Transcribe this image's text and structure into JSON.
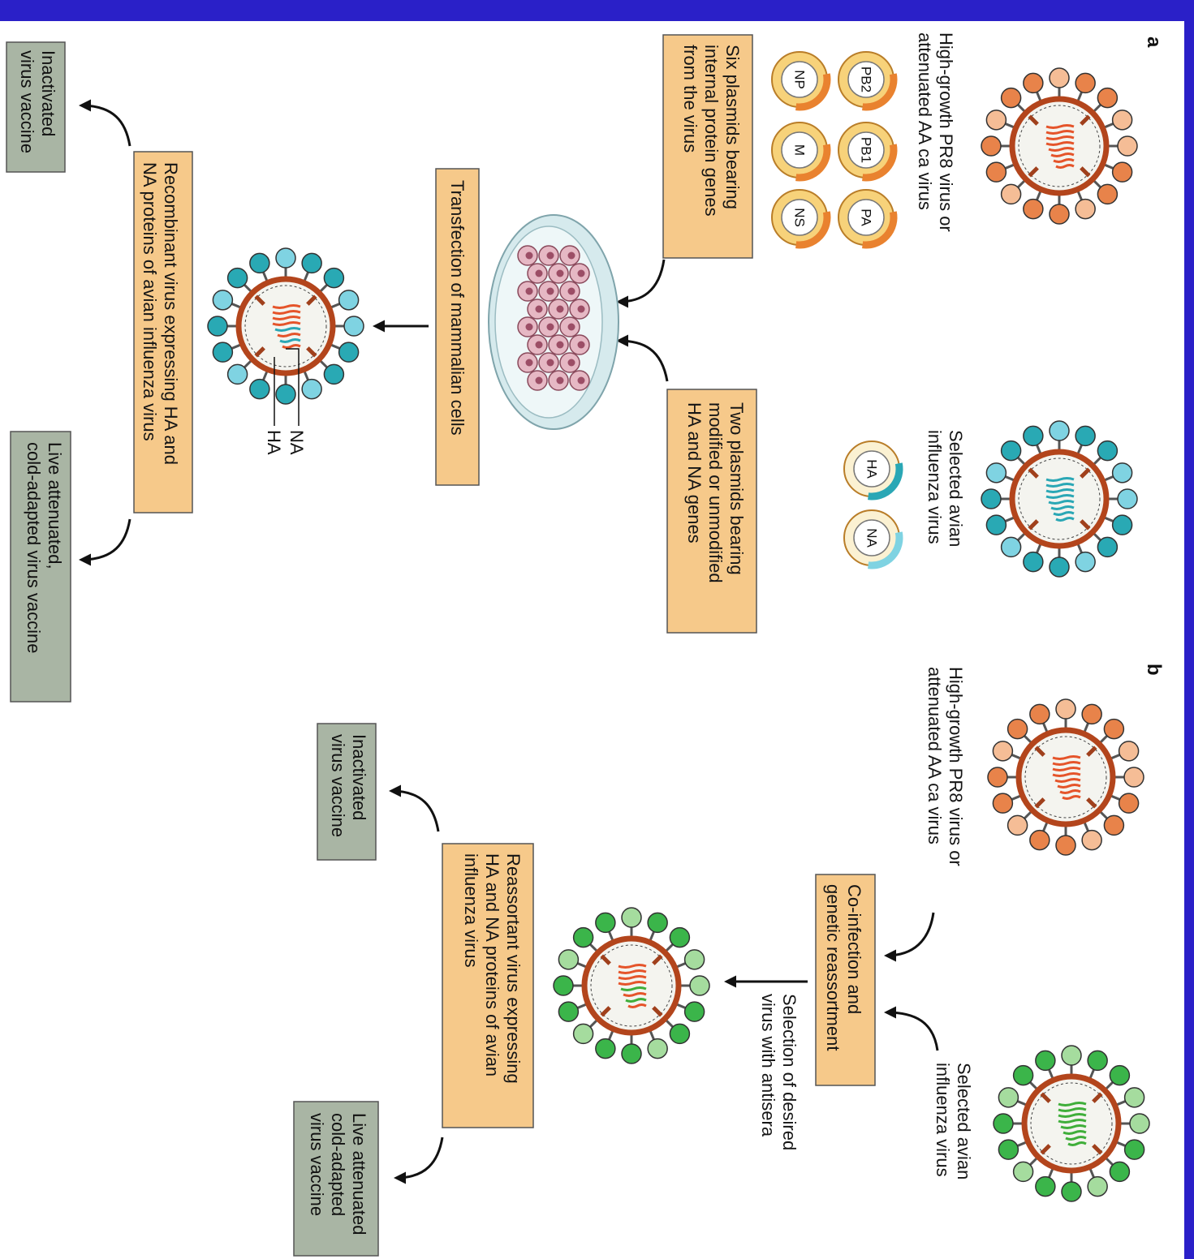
{
  "colors": {
    "frame": "#2a20c8",
    "box_orange": "#f6c98a",
    "box_grey": "#a9b5a4",
    "virus_pr8_dark": "#e8834a",
    "virus_pr8_light": "#f5bd96",
    "virus_avian_a_dark": "#29a9b4",
    "virus_avian_a_light": "#7fd3e2",
    "virus_avian_b_dark": "#3bb54a",
    "virus_avian_b_light": "#a5dc9e",
    "envelope": "#b3451c"
  },
  "panel_a": {
    "tag": "a",
    "donor_label": [
      "High-growth PR8 virus or",
      "attenuated AA ca virus"
    ],
    "avian_label": [
      "Selected avian",
      "influenza virus"
    ],
    "six_plasmids_box": [
      "Six plasmids bearing",
      "internal protein genes",
      "from the virus"
    ],
    "plasmid_segments": [
      "PB2",
      "PB1",
      "PA",
      "NP",
      "M",
      "NS"
    ],
    "two_plasmids_box": [
      "Two plasmids bearing",
      "modified or unmodified",
      "HA and NA genes"
    ],
    "ha_na_plasmids": [
      "HA",
      "NA"
    ],
    "transfection_box": "Transfection of mammalian cells",
    "recombinant_box": [
      "Recombinant virus expressing HA and",
      "NA proteins of avian influenza virus"
    ],
    "na_label": "NA",
    "ha_label": "HA",
    "inactivated_box": [
      "Inactivated",
      "virus vaccine"
    ],
    "live_box": [
      "Live attenuated,",
      "cold-adapted virus vaccine"
    ]
  },
  "panel_b": {
    "tag": "b",
    "donor_label": [
      "High-growth PR8 virus or",
      "attenuated AA ca virus"
    ],
    "avian_label": [
      "Selected avian",
      "influenza virus"
    ],
    "coinfection_box": [
      "Co-infection and",
      "genetic reassortment"
    ],
    "selection_label": [
      "Selection of desired",
      "virus with antisera"
    ],
    "reassortant_box": [
      "Reassortant virus expressing",
      "HA and NA proteins of avian",
      "influenza virus"
    ],
    "inactivated_box": [
      "Inactivated",
      "virus vaccine"
    ],
    "live_box": [
      "Live attenuated",
      "cold-adapted",
      "virus vaccine"
    ]
  }
}
